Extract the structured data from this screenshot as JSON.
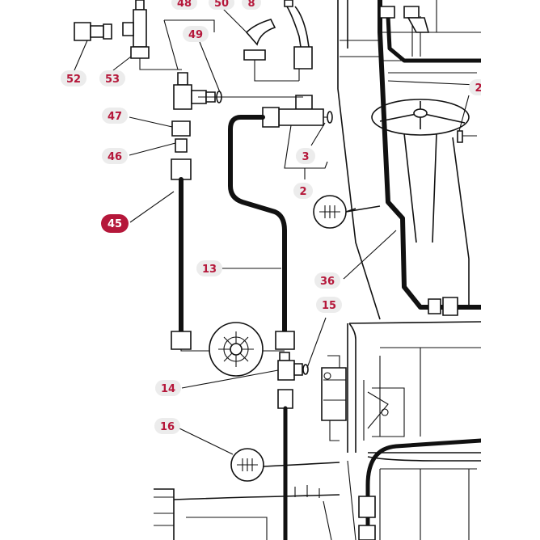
{
  "colors": {
    "label_text": "#b5173a",
    "label_bg": "#ececec",
    "highlight_bg": "#b5173a",
    "highlight_text": "#ffffff",
    "line": "#111111"
  },
  "callouts": {
    "c48": "48",
    "c50": "50",
    "c8": "8",
    "c49": "49",
    "c52": "52",
    "c53": "53",
    "c47": "47",
    "c46": "46",
    "c45": "45",
    "c3": "3",
    "c2": "2",
    "c13": "13",
    "c36": "36",
    "c15": "15",
    "c14": "14",
    "c16": "16",
    "c2edge": "2"
  },
  "selected_callout": "45"
}
